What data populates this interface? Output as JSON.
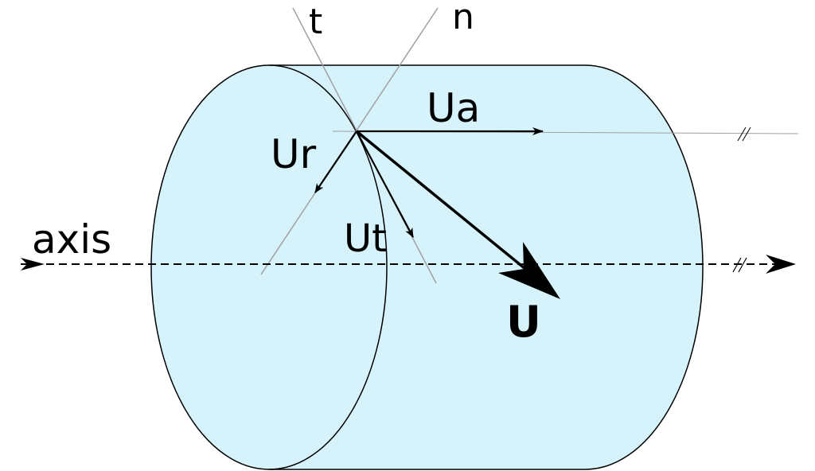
{
  "labels": {
    "t": "t",
    "n": "n",
    "ua": "Ua",
    "ur": "Ur",
    "ut": "Ut",
    "u": "U",
    "axis": "axis"
  },
  "colors": {
    "cylinder_fill": "#d6f3fc",
    "outline": "#000000",
    "guide_line": "#a0a0a0",
    "background": "#ffffff"
  }
}
